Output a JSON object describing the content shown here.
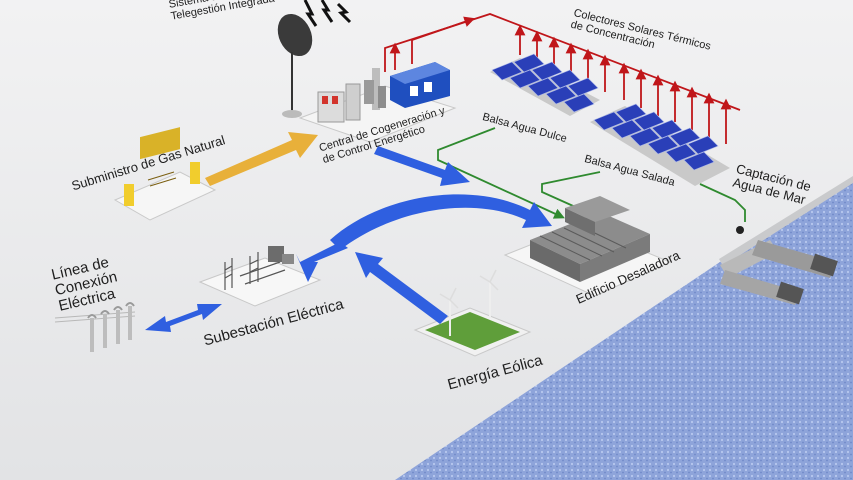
{
  "labels": {
    "telegestion_line1": "Sistema de",
    "telegestion_line2": "Telegestión Integrada",
    "colectores_line1": "Colectores Solares Térmicos",
    "colectores_line2": "de Concentración",
    "gas": "Subministro de Gas Natural",
    "central_line1": "Central de Cogeneración y",
    "central_line2": "de Control Energético",
    "balsa_dulce": "Balsa Agua Dulce",
    "balsa_salada": "Balsa Agua Salada",
    "captacion_line1": "Captación de",
    "captacion_line2": "Agua de Mar",
    "linea_line1": "Línea de",
    "linea_line2": "Conexión",
    "linea_line3": "Eléctrica",
    "edificio": "Edificio Desaladora",
    "subestacion": "Subestación Eléctrica",
    "eolica": "Energía Eólica"
  },
  "colors": {
    "ground": "#eceded",
    "sea": "#8fa6dd",
    "blue_arrow": "#2f5fe0",
    "gas_arrow": "#e8b03a",
    "heat_line": "#c0161a",
    "water_line": "#2f8a2f",
    "solar_panel": "#2a3fb8",
    "grass": "#5f9e3a"
  }
}
